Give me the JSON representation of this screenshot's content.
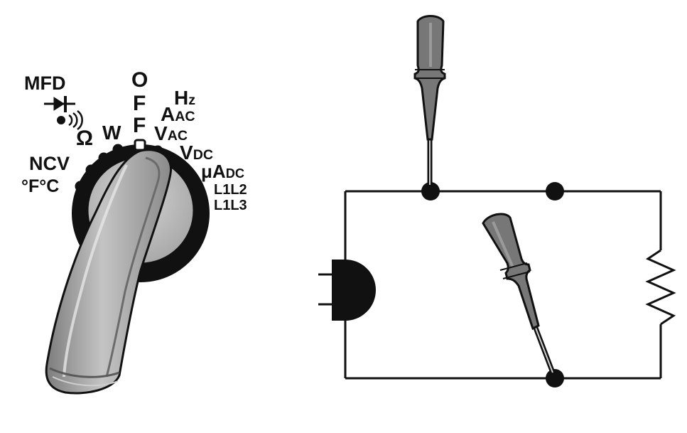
{
  "dial": {
    "mfd": "MFD",
    "off": [
      "O",
      "F",
      "F"
    ],
    "hz": {
      "main": "H",
      "sub": "z"
    },
    "aac": {
      "main": "A",
      "sub": "AC"
    },
    "vac": {
      "main": "V",
      "sub": "AC"
    },
    "vdc": {
      "main": "V",
      "sub": "DC"
    },
    "uadc": {
      "main": "μA",
      "sub": "DC"
    },
    "l1l2": "L1L2",
    "l1l3": "L1L3",
    "w": "W",
    "ohm": "Ω",
    "ncv": "NCV",
    "temp": "°F°C",
    "selected": "VAC"
  },
  "circuit": {
    "components": [
      "lamp",
      "resistor"
    ],
    "probes": 2,
    "junctions": 3
  },
  "colors": {
    "ink": "#111111",
    "probe": "#7a7a7a",
    "probe_dark": "#4a4a4a",
    "knob": "#9a9a9a",
    "dial_face": "#b9b9b9"
  }
}
